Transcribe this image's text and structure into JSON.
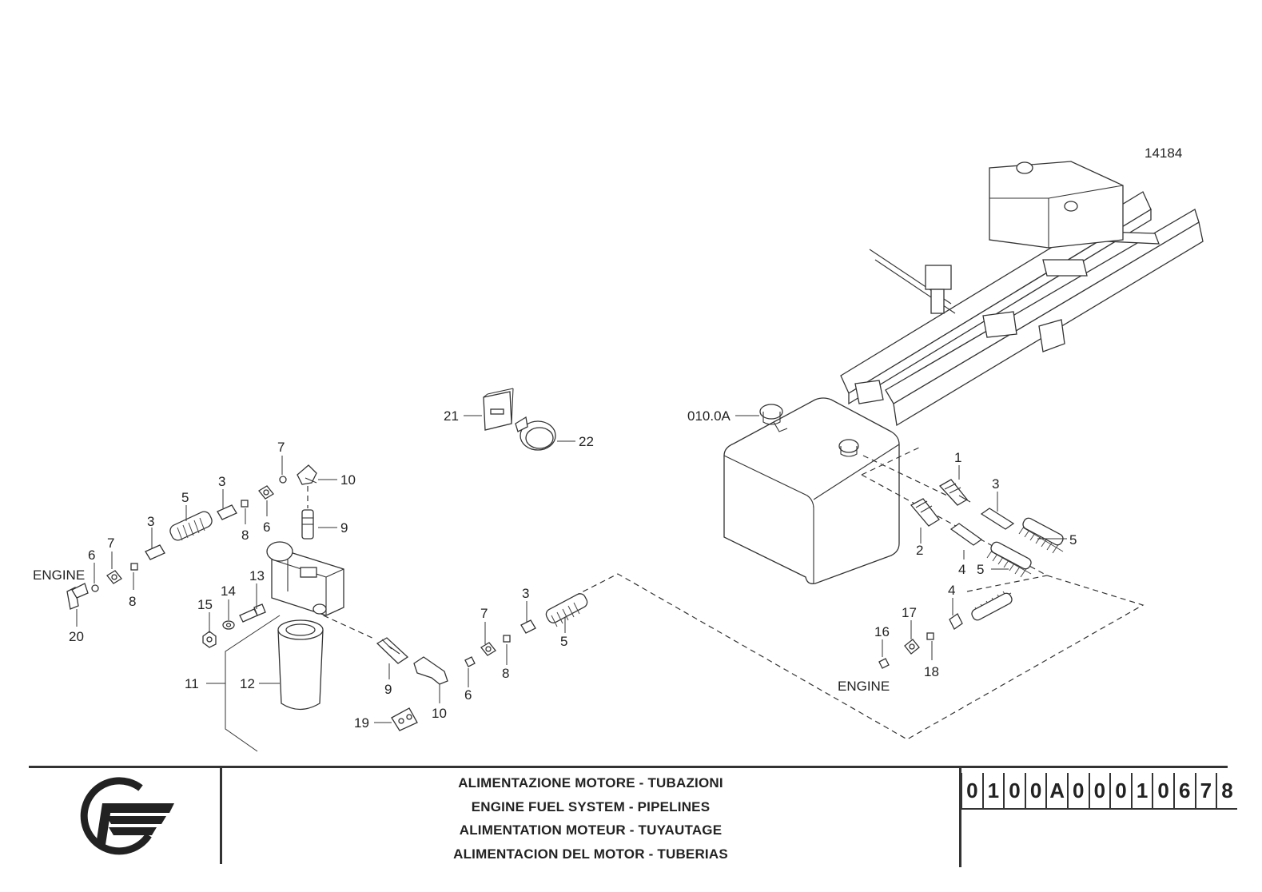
{
  "drawing_number": "14184",
  "labels": {
    "l1": "1",
    "l2": "2",
    "l3a": "3",
    "l3b": "3",
    "l3c": "3",
    "l3d": "3",
    "l4a": "4",
    "l4b": "4",
    "l5a": "5",
    "l5b": "5",
    "l5c": "5",
    "l5d": "5",
    "l6a": "6",
    "l6b": "6",
    "l6c": "6",
    "l7a": "7",
    "l7b": "7",
    "l7c": "7",
    "l8a": "8",
    "l8b": "8",
    "l8c": "8",
    "l9a": "9",
    "l9b": "9",
    "l10a": "10",
    "l10b": "10",
    "l11": "11",
    "l12": "12",
    "l13": "13",
    "l14": "14",
    "l15": "15",
    "l16": "16",
    "l17": "17",
    "l18": "18",
    "l19": "19",
    "l20": "20",
    "l21": "21",
    "l22": "22",
    "ref_010": "010.0A",
    "engine_left": "ENGINE",
    "engine_right": "ENGINE"
  },
  "title_block": {
    "titles": [
      "ALIMENTAZIONE MOTORE - TUBAZIONI",
      "ENGINE FUEL SYSTEM - PIPELINES",
      "ALIMENTATION MOTEUR - TUYAUTAGE",
      "ALIMENTACION DEL MOTOR - TUBERIAS"
    ],
    "code_chars": [
      "0",
      "1",
      "0",
      "0",
      "A",
      "0",
      "0",
      "0",
      "1",
      "0",
      "6",
      "7",
      "8"
    ]
  },
  "icons": {
    "logo": "manufacturer-logo-icon"
  }
}
